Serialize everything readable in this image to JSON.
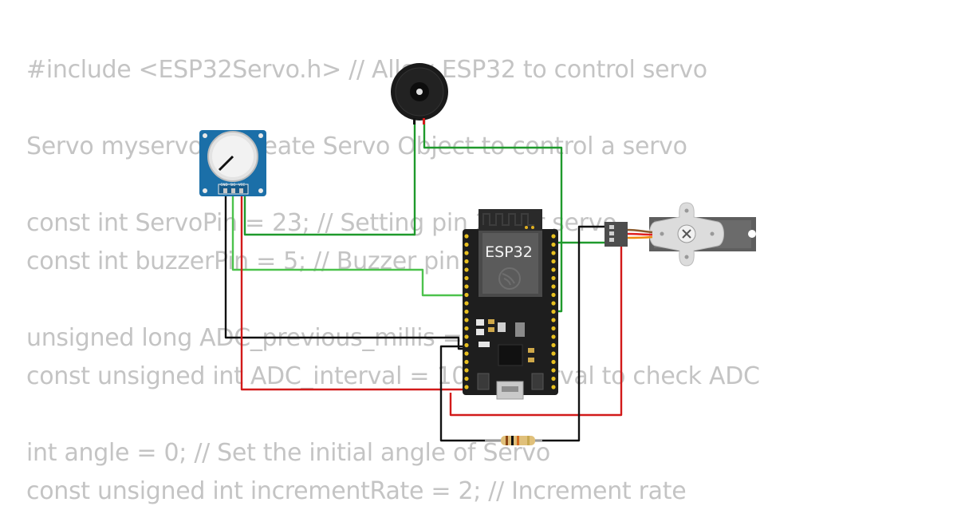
{
  "code_lines": [
    "#include <ESP32Servo.h> // Allow ESP32 to control servo",
    "Servo myservo; // create Servo Object to control a servo",
    "const int ServoPin = 23; // Setting pin 23 for servo",
    "const int buzzerPin = 5; // Buzzer pin",
    "unsigned long ADC_previous_millis = 0;",
    "const unsigned int ADC_interval = 10; // Interval to check ADC",
    "int angle = 0; // Set the initial angle of Servo",
    "const unsigned int incrementRate = 2; // Increment rate"
  ],
  "esp32": {
    "label": "ESP32"
  },
  "potentiometer": {
    "pin_labels": [
      "GND",
      "SIG",
      "VCC"
    ]
  },
  "colors": {
    "wire_green": "#1f9a2c",
    "wire_light_green": "#4cc24c",
    "wire_red": "#d21a1a",
    "wire_black": "#111111",
    "pot_board": "#1b6fa8",
    "esp_board": "#1e1e1e"
  }
}
